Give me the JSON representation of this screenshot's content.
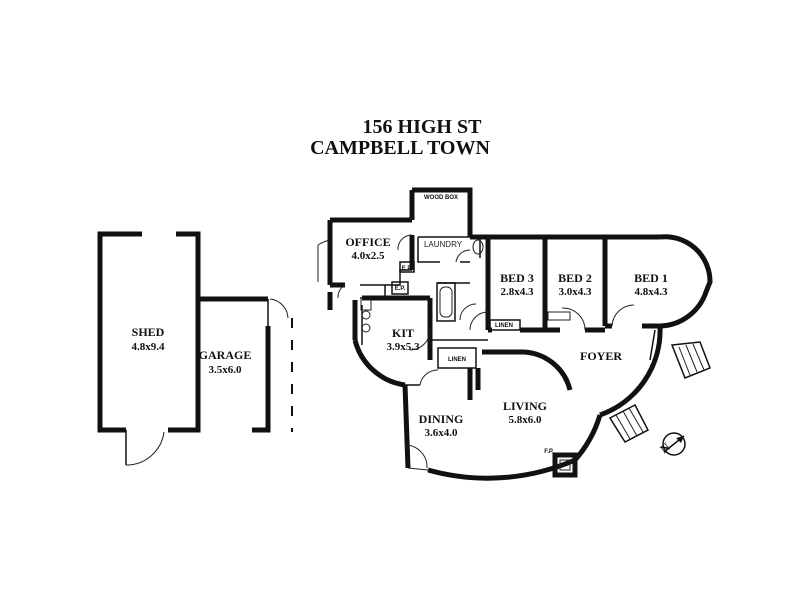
{
  "title": {
    "line1": "156 HIGH ST",
    "line2": "CAMPBELL TOWN"
  },
  "rooms": {
    "shed": {
      "name": "SHED",
      "dims": "4.8x9.4"
    },
    "garage": {
      "name": "GARAGE",
      "dims": "3.5x6.0"
    },
    "office": {
      "name": "OFFICE",
      "dims": "4.0x2.5"
    },
    "kitchen": {
      "name": "KIT",
      "dims": "3.9x5.3"
    },
    "bed3": {
      "name": "BED 3",
      "dims": "2.8x4.3"
    },
    "bed2": {
      "name": "BED 2",
      "dims": "3.0x4.3"
    },
    "bed1": {
      "name": "BED 1",
      "dims": "4.8x4.3"
    },
    "foyer": {
      "name": "FOYER"
    },
    "living": {
      "name": "LIVING",
      "dims": "5.8x6.0"
    },
    "dining": {
      "name": "DINING",
      "dims": "3.6x4.0"
    }
  },
  "labels": {
    "wood_box": "WOOD BOX",
    "laundry": "LAUNDRY",
    "linen_hall": "LINEN",
    "linen_bath": "LINEN",
    "ep1": "E.P.",
    "ep2": "E.P.",
    "fp": "F.P."
  },
  "compass": {
    "symbol": "N"
  }
}
